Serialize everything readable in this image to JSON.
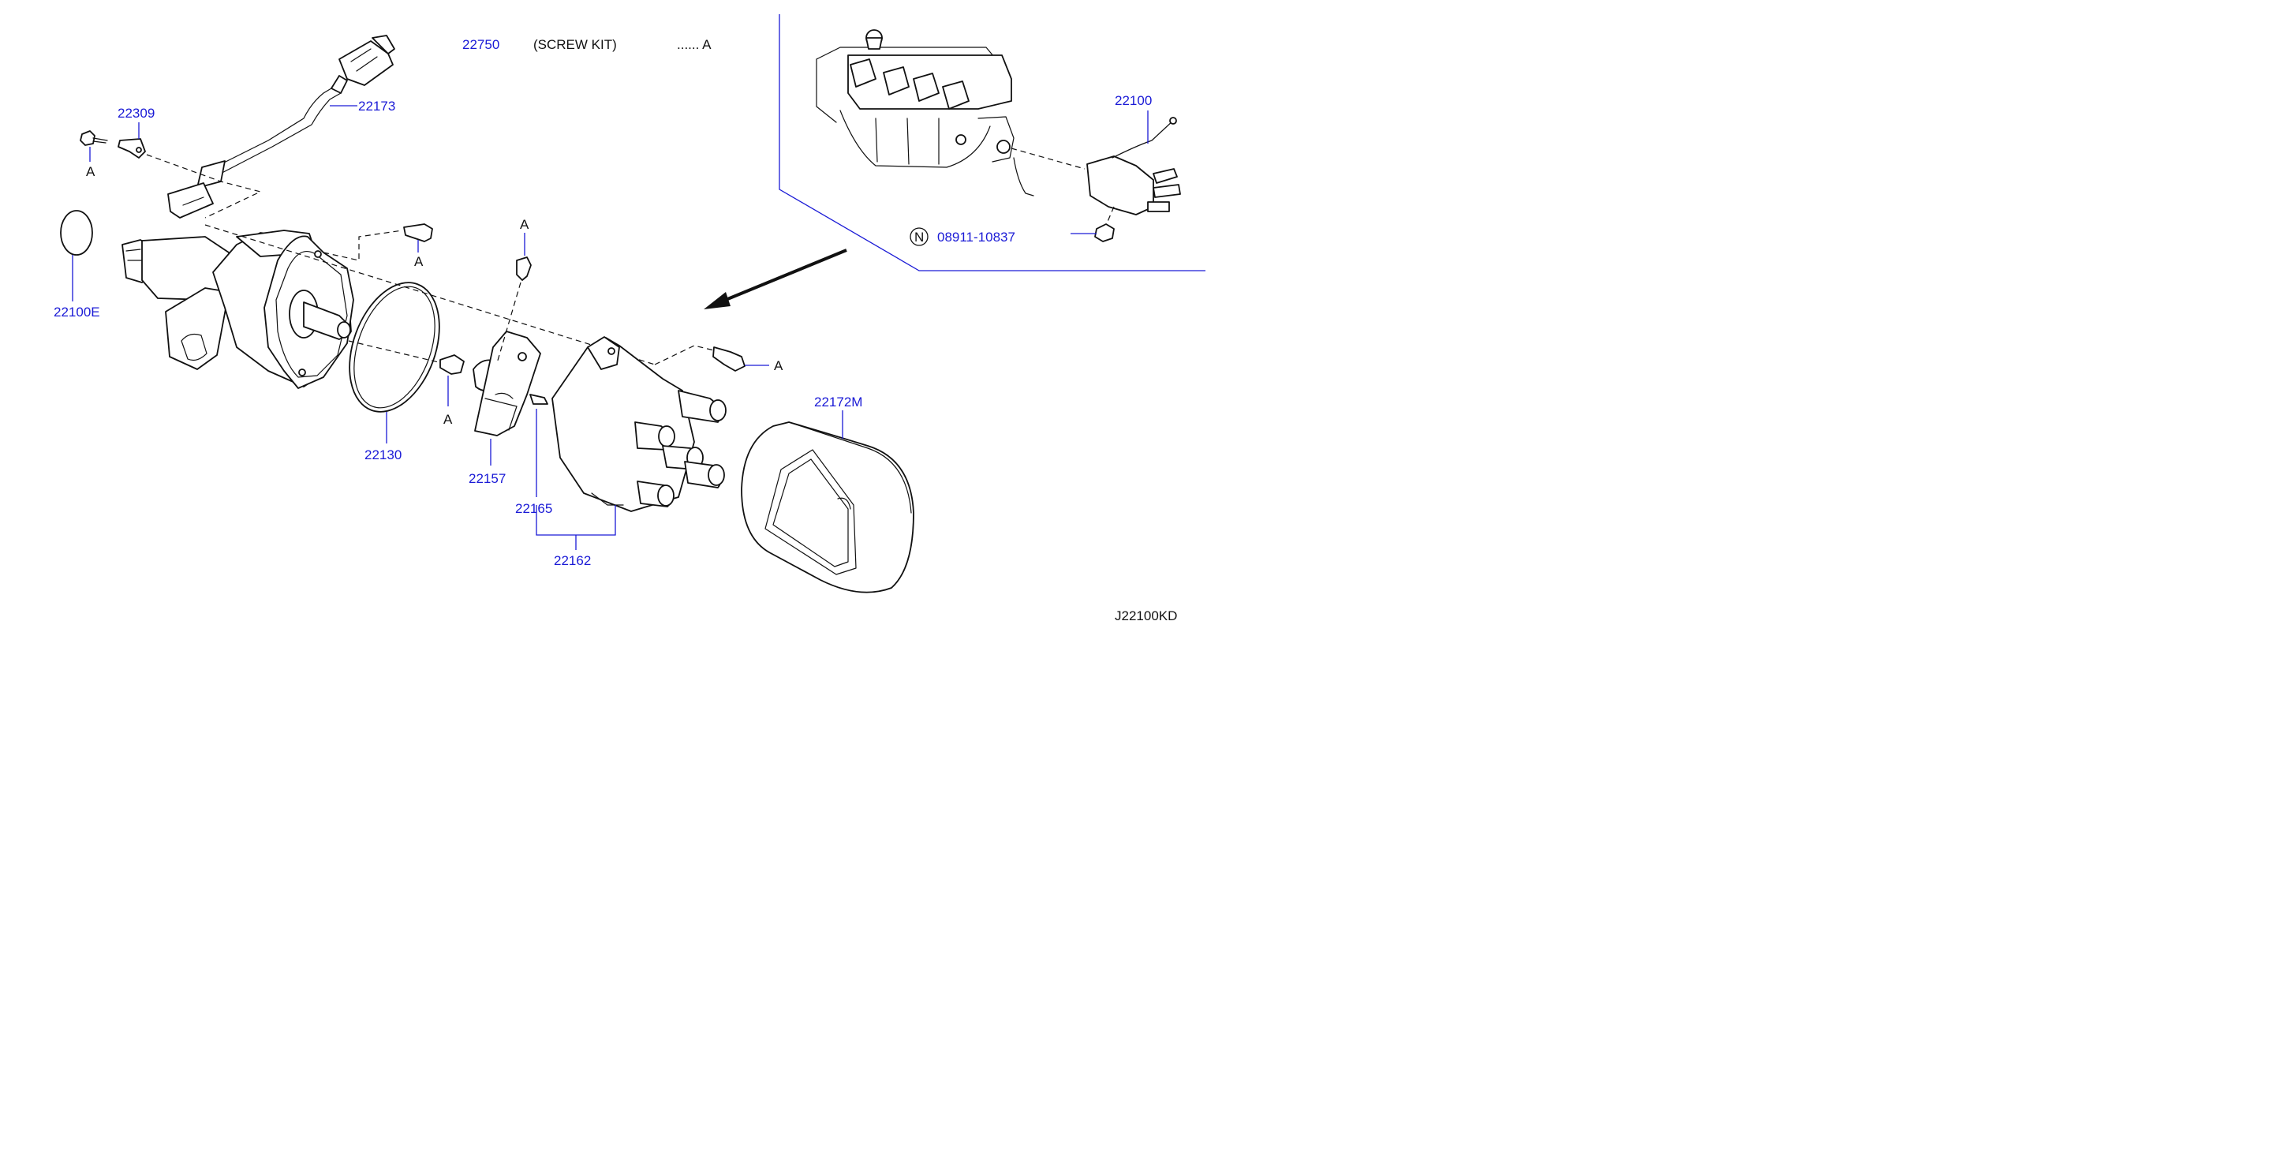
{
  "header": {
    "kit_part_no": "22750",
    "kit_name": "(SCREW  KIT)",
    "kit_ref": "...... A"
  },
  "parts": {
    "p22173": "22173",
    "p22309": "22309",
    "p22100E": "22100E",
    "p22130": "22130",
    "p22157": "22157",
    "p22165": "22165",
    "p22162": "22162",
    "p22172M": "22172M",
    "p22100": "22100",
    "nut_no": "08911-10837"
  },
  "refs": {
    "a1": "A",
    "a2": "A",
    "a3": "A",
    "a4": "A",
    "a5": "A"
  },
  "symbols": {
    "nut_symbol": "N"
  },
  "footer": {
    "diagram_code": "J22100KD"
  },
  "colors": {
    "label": "#1a1ad6",
    "line_art": "#111111",
    "background": "#ffffff"
  }
}
